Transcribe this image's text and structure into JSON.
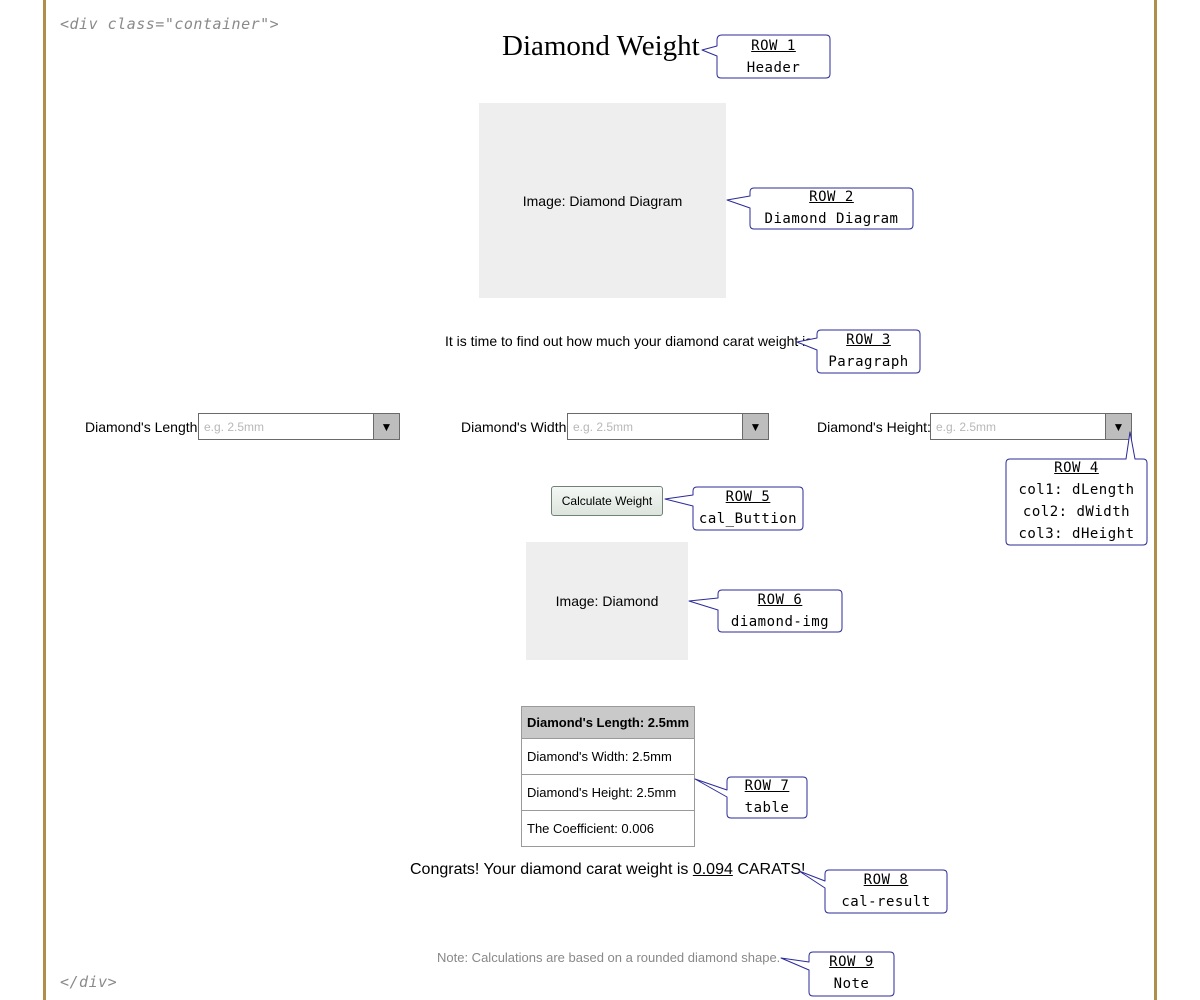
{
  "code": {
    "open": "<div class=\"container\">",
    "close": "</div>"
  },
  "header": {
    "title": "Diamond Weight"
  },
  "diagram_image": {
    "label": "Image: Diamond Diagram"
  },
  "intro": {
    "text": "It is time to find out how much your diamond carat weight is."
  },
  "inputs": [
    {
      "label": "Diamond's Length:",
      "placeholder": "e.g. 2.5mm"
    },
    {
      "label": "Diamond's Width:",
      "placeholder": "e.g. 2.5mm"
    },
    {
      "label": "Diamond's Height:",
      "placeholder": "e.g. 2.5mm"
    }
  ],
  "button": {
    "label": "Calculate Weight"
  },
  "diamond_image": {
    "label": "Image: Diamond"
  },
  "table": {
    "header": "Diamond's Length: 2.5mm",
    "rows": [
      "Diamond's Width: 2.5mm",
      "Diamond's Height: 2.5mm",
      "The Coefficient: 0.006"
    ]
  },
  "result": {
    "prefix": "Congrats! Your diamond carat weight is ",
    "value": "0.094",
    "suffix": " CARATS!"
  },
  "note": {
    "text": "Note: Calculations are based on a rounded diamond shape."
  },
  "annotations": [
    {
      "title": "ROW 1",
      "lines": [
        "Header"
      ]
    },
    {
      "title": "ROW 2",
      "lines": [
        "Diamond Diagram"
      ]
    },
    {
      "title": "ROW 3",
      "lines": [
        "Paragraph"
      ]
    },
    {
      "title": "ROW 4",
      "lines": [
        "col1: dLength",
        "col2: dWidth",
        "col3: dHeight"
      ]
    },
    {
      "title": "ROW 5",
      "lines": [
        "cal_Buttion"
      ]
    },
    {
      "title": "ROW 6",
      "lines": [
        "diamond-img"
      ]
    },
    {
      "title": "ROW 7",
      "lines": [
        "table"
      ]
    },
    {
      "title": "ROW 8",
      "lines": [
        "cal-result"
      ]
    },
    {
      "title": "ROW 9",
      "lines": [
        "Note"
      ]
    }
  ],
  "colors": {
    "rule": "#b08d4a",
    "callout_stroke": "#2b2b9a",
    "placeholder_bg": "#eeeeee"
  }
}
